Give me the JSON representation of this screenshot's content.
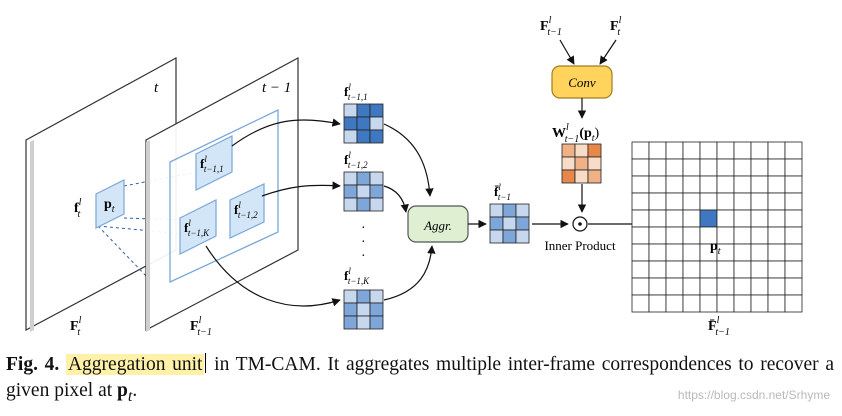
{
  "figure": {
    "frame_t_label": "t",
    "frame_t1_label": "t − 1",
    "feat_t_left": {
      "base": "f",
      "sup": "l",
      "sub": "t"
    },
    "p_t": {
      "base": "p",
      "sub": "t"
    },
    "patch_1": {
      "base": "f",
      "sup": "l",
      "sub": "t−1,1"
    },
    "patch_2": {
      "base": "f",
      "sup": "l",
      "sub": "t−1,2"
    },
    "patch_k": {
      "base": "f",
      "sup": "l",
      "sub": "t−1,K"
    },
    "frame_bottom_t": {
      "base": "F",
      "sup": "l",
      "sub": "t"
    },
    "frame_bottom_t1": {
      "base": "F",
      "sup": "l",
      "sub": "t−1"
    },
    "grid_1_label": {
      "base": "f",
      "sup": "l",
      "sub": "t−1,1"
    },
    "grid_2_label": {
      "base": "f",
      "sup": "l",
      "sub": "t−1,2"
    },
    "grid_k_label": {
      "base": "f",
      "sup": "l",
      "sub": "t−1,K"
    },
    "dots": "·",
    "aggr_label": "Aggr.",
    "agg_out_label": {
      "base": "f̄",
      "sup": "l",
      "sub": "t−1"
    },
    "input_1": {
      "base": "F",
      "sup": "l",
      "sub": "t−1"
    },
    "input_2": {
      "base": "F",
      "sup": "l",
      "sub": "t"
    },
    "conv_label": "Conv",
    "weight_label": {
      "base": "W",
      "sup": "l",
      "sub": "t−1",
      "suffix": "(p",
      "suffix_sub": "t",
      "suffix_end": ")"
    },
    "odot": "⊙",
    "inner_product": "Inner Product",
    "big_grid_p": {
      "base": "p",
      "sub": "t"
    },
    "big_grid_label": {
      "base": "F̄",
      "sup": "l",
      "sub": "t−1"
    },
    "colors": {
      "frame_blue": "#7aa7d9",
      "cell_blue_dark": "#3f78c0",
      "cell_blue_mid": "#7ea6d8",
      "cell_blue_light": "#c6d7ee",
      "aggr_fill": "#dff0d2",
      "conv_fill": "#ffd35c",
      "orange_dark": "#e8874a",
      "orange_mid": "#f1b187",
      "orange_light": "#f8dcc8",
      "highlight": "#fff2a8"
    }
  },
  "caption": {
    "label": "Fig. 4.",
    "highlight": "Aggregation unit",
    "rest": " in TM-CAM. It aggregates multiple inter-frame correspondences to recover a given pixel at ",
    "p": "p",
    "p_sub": "t",
    "end": "."
  },
  "watermark": "https://blog.csdn.net/Srhyme"
}
